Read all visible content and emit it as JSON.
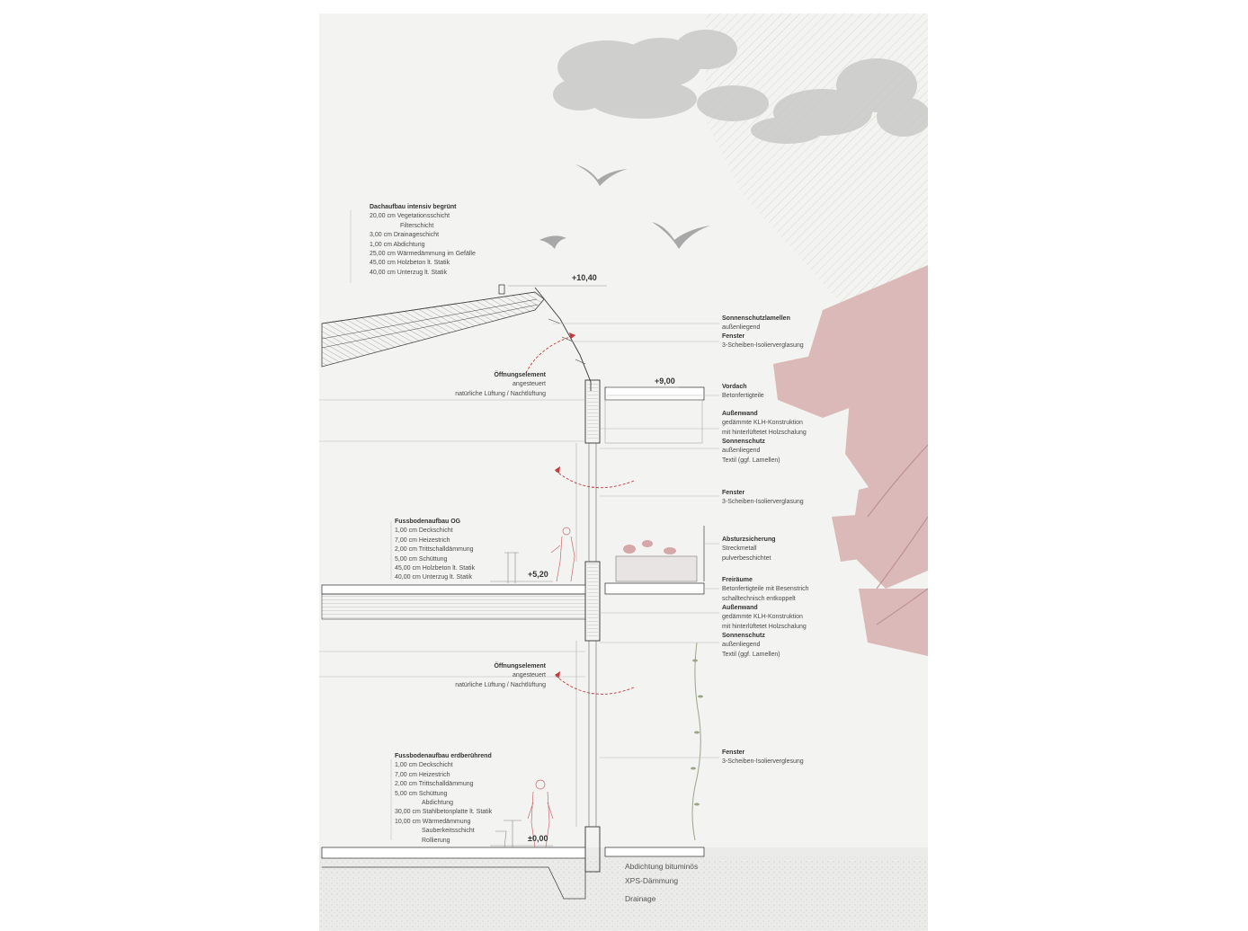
{
  "roof_buildup": {
    "title": "Dachaufbau intensiv begrünt",
    "rows": [
      "20,00 cm  Vegetationsschicht",
      "Filterschicht",
      "3,00 cm  Drainageschicht",
      "1,00 cm  Abdichtung",
      "25,00 cm Wärmedämmung im Gefälle",
      "45,00 cm Holzbeton lt. Statik",
      "40,00 cm Unterzug lt. Statik"
    ]
  },
  "floor_og": {
    "title": "Fussbodenaufbau OG",
    "rows": [
      "1,00 cm  Deckschicht",
      "7,00 cm  Heizestrich",
      "2,00 cm  Trittschalldämmung",
      "5,00 cm  Schüttung",
      "45,00 cm Holzbeton lt. Statik",
      "40,00 cm Unterzug lt. Statik"
    ]
  },
  "floor_ground": {
    "title": "Fussbodenaufbau erdberührend",
    "rows": [
      "1,00 cm  Deckschicht",
      "7,00 cm  Heizestrich",
      "2,00 cm  Trittschalldämmung",
      "5,00 cm  Schüttung",
      "Abdichtung",
      "30,00 cm Stahlbetonplatte lt. Statik",
      "10,00 cm Wärmedämmung",
      "Sauberkeitsschicht",
      "Rollierung"
    ]
  },
  "opening_upper": {
    "title": "Öffnungselement",
    "line1": "angesteuert",
    "line2": "natürliche Lüftung / Nachtlüftung"
  },
  "opening_lower": {
    "title": "Öffnungselement",
    "line1": "angesteuert",
    "line2": "natürliche Lüftung / Nachtlüftung"
  },
  "elevations": {
    "roof": "+10,40",
    "canopy": "+9,00",
    "og": "+5,20",
    "ground": "±0,00"
  },
  "right_labels": {
    "sun_lamellae": {
      "title": "Sonnenschutzlamellen",
      "line1": "außenliegend"
    },
    "window_top": {
      "title": "Fenster",
      "line1": "3-Scheiben-Isolierverglasung"
    },
    "canopy": {
      "title": "Vordach",
      "line1": "Betonfertigteile"
    },
    "wall_upper": {
      "title": "Außenwand",
      "line1": "gedämmte KLH-Konstruktion",
      "line2": "mit hinterlüftetet Holzschalung"
    },
    "shade_upper": {
      "title": "Sonnenschutz",
      "line1": "außenliegend",
      "line2": "Textil (ggf. Lamellen)"
    },
    "window_og": {
      "title": "Fenster",
      "line1": "3-Scheiben-Isolierverglasung"
    },
    "railing": {
      "title": "Absturzsicherung",
      "line1": "Streckmetall",
      "line2": "pulverbeschichtet"
    },
    "terrace": {
      "title": "Freiräume",
      "line1": "Betonfertigteile mit Besenstrich",
      "line2": "schalltechnisch entkoppelt"
    },
    "wall_lower": {
      "title": "Außenwand",
      "line1": "gedämmte KLH-Konstruktion",
      "line2": "mit hinterlüftetet Holzschalung"
    },
    "shade_lower": {
      "title": "Sonnenschutz",
      "line1": "außenliegend",
      "line2": "Textil (ggf. Lamellen)"
    },
    "window_eg": {
      "title": "Fenster",
      "line1": "3-Scheiben-Isolierverglesung"
    }
  },
  "foundation": {
    "seal": "Abdichtung bituminös",
    "xps": "XPS-Dämmung",
    "drain": "Drainage"
  },
  "colors": {
    "background": "#f3f3f1",
    "line": "#4a4a4a",
    "accent_red": "#c23a3a",
    "tree": "#d4a8a8",
    "cloud": "#c9c9c9",
    "bird": "#a8a8a8",
    "hatch": "#c8c0a8"
  }
}
